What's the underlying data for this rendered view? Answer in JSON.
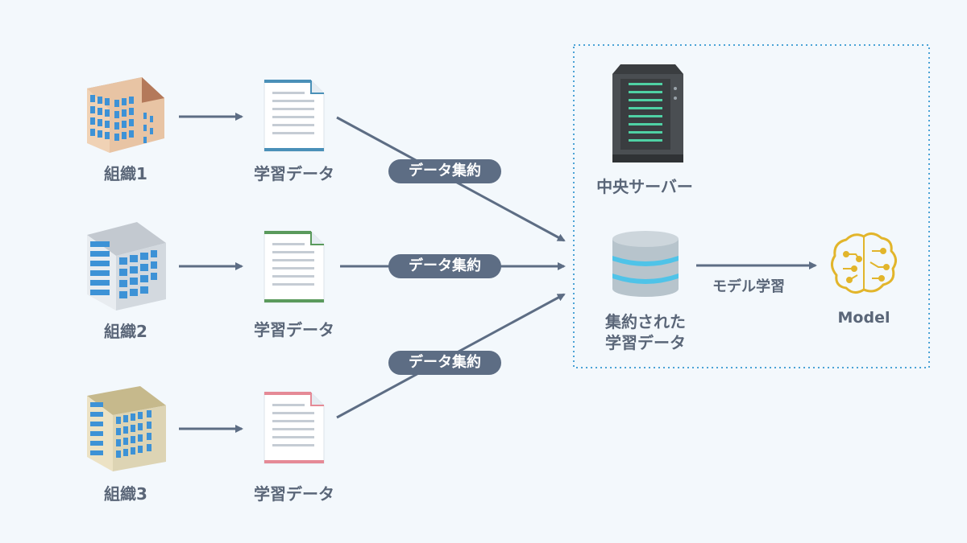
{
  "organizations": [
    {
      "label": "組織1",
      "data_label": "学習データ",
      "accent": "#4a90b8",
      "building_color": "#e8c4a4"
    },
    {
      "label": "組織2",
      "data_label": "学習データ",
      "accent": "#5a9a5c",
      "building_color": "#d8dde4"
    },
    {
      "label": "組織3",
      "data_label": "学習データ",
      "accent": "#e58a96",
      "building_color": "#ddd4b4"
    }
  ],
  "aggregate_label": "データ集約",
  "central": {
    "server_label": "中央サーバー",
    "db_label_line1": "集約された",
    "db_label_line2": "学習データ",
    "training_label": "モデル学習",
    "model_label": "Model"
  },
  "colors": {
    "background": "#f3f8fc",
    "arrow": "#5d6d84",
    "pill": "#5d6d84",
    "label_text": "#5a6678",
    "dotted_border": "#4ba3d6",
    "model_gold": "#e2b52b",
    "server_body": "#4a4e52",
    "server_led": "#4fd1a4",
    "db_body": "#b7c4cc",
    "db_glow": "#4fc3e8"
  }
}
